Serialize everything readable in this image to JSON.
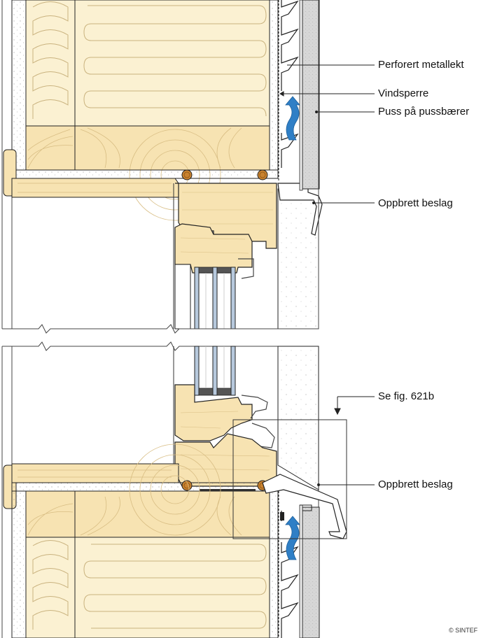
{
  "labels": {
    "perforert_metallekt": "Perforert metallekt",
    "vindsperre": "Vindsperre",
    "puss_pa_pussbaerer": "Puss på pussbærer",
    "oppbrett_beslag_top": "Oppbrett  beslag",
    "se_fig": "Se fig. 621b",
    "oppbrett_beslag_bottom": "Oppbrett  beslag"
  },
  "copyright": "© SINTEF",
  "colors": {
    "wood": "#f7e3b2",
    "wood_line": "#d8bd83",
    "insulation": "#fbf1d2",
    "plaster": "#d9d9d9",
    "concrete": "#f4f4f4",
    "glass": "#b7c9dd",
    "spacer": "#555555",
    "arrow": "#2f7fc6",
    "seal": "#c9822f",
    "outline": "#222222"
  }
}
